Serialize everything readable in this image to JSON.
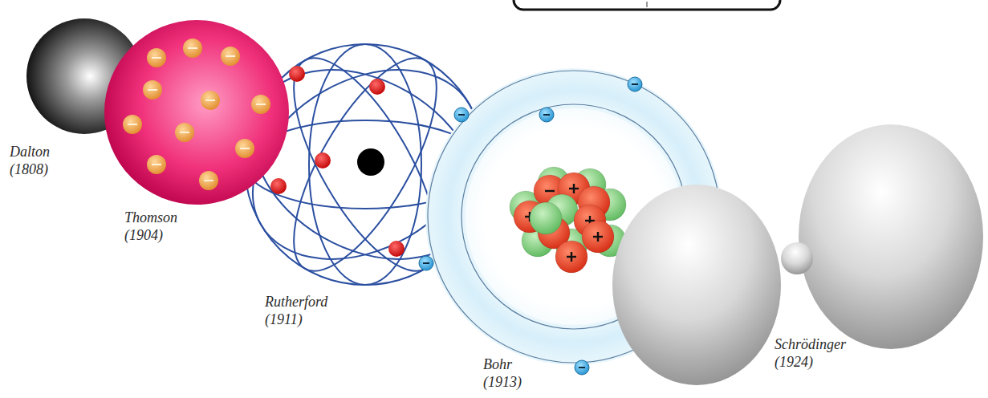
{
  "diagram": {
    "labels": [
      "Dalton (1808)",
      "Thomson (1904)",
      "Rutherford (1911)",
      "Bohr (1913)",
      "Schrödinger (1924)"
    ]
  }
}
